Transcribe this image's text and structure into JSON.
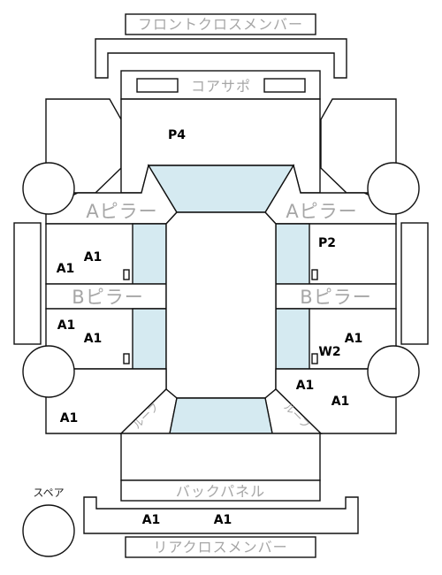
{
  "labels": {
    "front_cross_member": "フロントクロスメンバー",
    "core_support": "コアサポ",
    "a_pillar_left": "Aピラー",
    "a_pillar_right": "Aピラー",
    "b_pillar_left": "Bピラー",
    "b_pillar_right": "Bピラー",
    "back_panel": "バックパネル",
    "rear_cross_member": "リアクロスメンバー",
    "spare": "スペア",
    "roof_left": "ルーフ",
    "roof_right": "ルーフ"
  },
  "marks": {
    "bonnet": "P4",
    "front_left_door_1": "A1",
    "front_left_door_2": "A1",
    "front_right_door": "P2",
    "rear_left_door_1": "A1",
    "rear_left_door_2": "A1",
    "rear_right_door_1": "A1",
    "rear_right_door_2": "W2",
    "right_quarter_1": "A1",
    "right_quarter_2": "A1",
    "left_quarter": "A1",
    "rear_floor_1": "A1",
    "rear_floor_2": "A1"
  },
  "colors": {
    "glass": "#d5eaf1",
    "label_gray": "#a6a6a6",
    "line": "#111111"
  }
}
